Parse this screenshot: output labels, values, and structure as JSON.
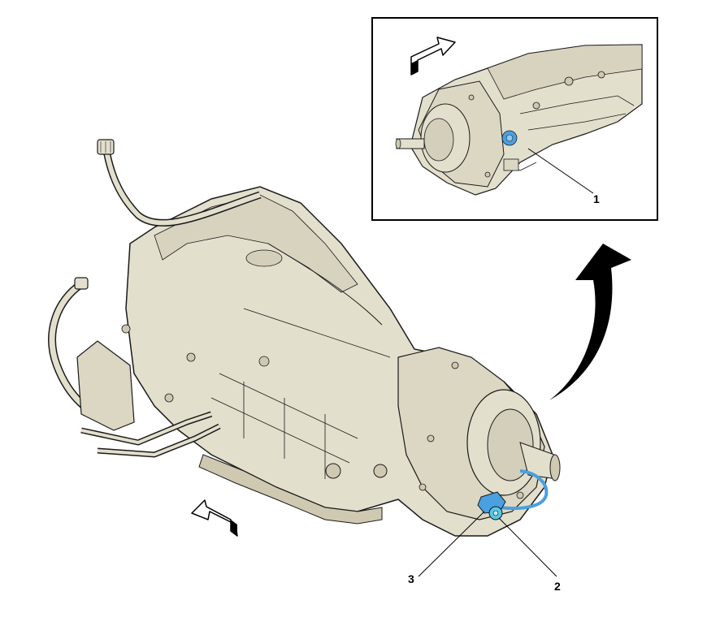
{
  "callouts": {
    "c1": "1",
    "c2": "2",
    "c3": "3"
  },
  "colors": {
    "housing": "#e3dfcd",
    "housing_shadow": "#cfc9b2",
    "outline": "#1a1a1a",
    "highlight_blue": "#4aa0e0",
    "highlight_cyan": "#57c7e6",
    "background": "#ffffff"
  },
  "icons": {
    "inset_arrow": "forward-direction-arrow-icon",
    "main_arrow": "forward-direction-arrow-icon",
    "curved_arrow": "curved-arrow-icon"
  }
}
